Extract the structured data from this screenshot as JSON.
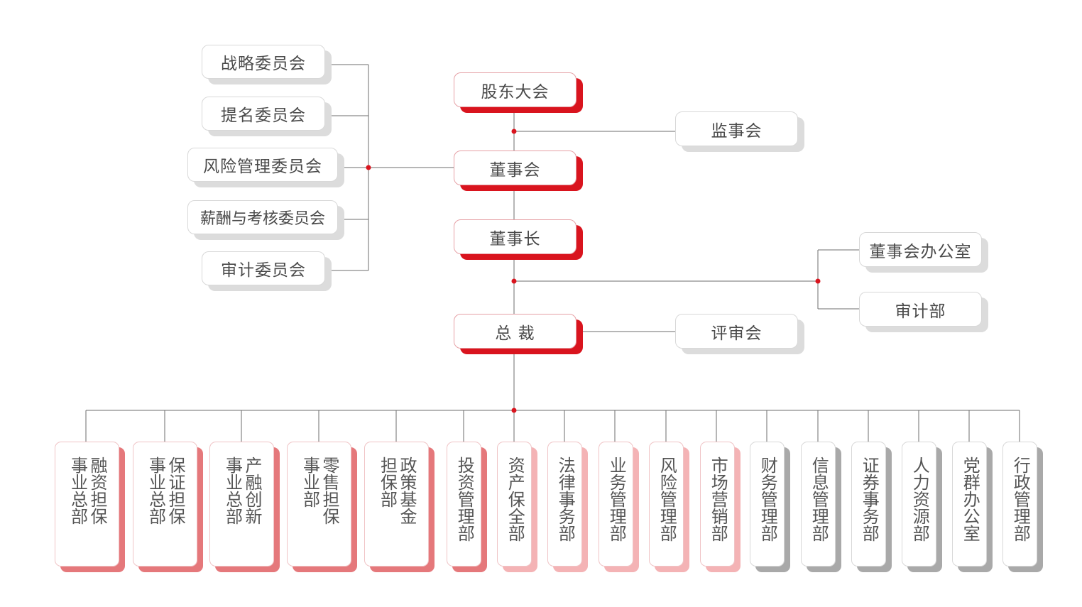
{
  "top_chain": {
    "shareholders": "股东大会",
    "board": "董事会",
    "chairman": "董事长",
    "president": "总 裁"
  },
  "supervisors": "监事会",
  "review_board": "评审会",
  "committees": [
    "战略委员会",
    "提名委员会",
    "风险管理委员会",
    "薪酬与考核委员会",
    "审计委员会"
  ],
  "chairman_units": [
    "董事会办公室",
    "审计部"
  ],
  "departments": [
    {
      "label": "融资担保事业总部",
      "shadow": "red"
    },
    {
      "label": "保证担保事业总部",
      "shadow": "red"
    },
    {
      "label": "产融创新事业总部",
      "shadow": "red"
    },
    {
      "label": "零售担保事业部",
      "shadow": "red"
    },
    {
      "label": "政策基金担保部",
      "shadow": "red"
    },
    {
      "label": "投资管理部",
      "shadow": "red"
    },
    {
      "label": "资产保全部",
      "shadow": "pink"
    },
    {
      "label": "法律事务部",
      "shadow": "pink"
    },
    {
      "label": "业务管理部",
      "shadow": "pink"
    },
    {
      "label": "风险管理部",
      "shadow": "pink"
    },
    {
      "label": "市场营销部",
      "shadow": "pink"
    },
    {
      "label": "财务管理部",
      "shadow": "gray"
    },
    {
      "label": "信息管理部",
      "shadow": "gray"
    },
    {
      "label": "证券事务部",
      "shadow": "gray"
    },
    {
      "label": "人力资源部",
      "shadow": "gray"
    },
    {
      "label": "党群办公室",
      "shadow": "gray"
    },
    {
      "label": "行政管理部",
      "shadow": "gray"
    }
  ],
  "colors": {
    "accent_red": "#d9141e",
    "line": "#6e6e6e",
    "dot": "#d9141e"
  }
}
